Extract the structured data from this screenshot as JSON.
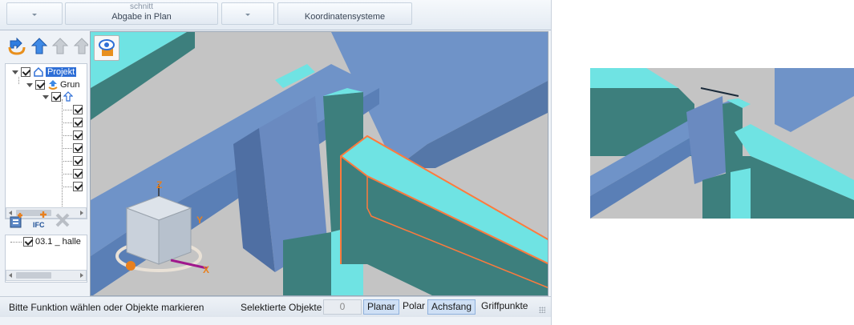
{
  "ribbon": {
    "group1_small": "schnitt",
    "group1_label": "Abgabe in Plan",
    "group2_label": "Koordinatensysteme"
  },
  "tree": {
    "root_label": "Projekt",
    "child_label": "Grun"
  },
  "ifc_list": {
    "item_label": "03.1 _ halle"
  },
  "ifc_toolbar": {
    "ifc_text": "IFC"
  },
  "status": {
    "message": "Bitte Funktion wählen oder Objekte markieren",
    "selected_label": "Selektierte Objekte",
    "selected_count": "0",
    "planar": "Planar",
    "polar": "Polar",
    "achsfang": "Achsfang",
    "griffpunkte": "Griffpunkte"
  },
  "navcube": {
    "axis_z": "Z",
    "axis_y": "Y",
    "axis_x": "X"
  },
  "colors": {
    "beam_blue": "#6f93c8",
    "column_teal": "#3d7f7d",
    "cyan_face": "#6fe3e3",
    "selection_orange": "#ff7a3c",
    "tree_selection": "#2f6fd6",
    "background_grey": "#c4c4c4"
  },
  "icons": {
    "nav": [
      "nav-up-folder-icon",
      "arrow-up-icon",
      "arrow-up-disabled-icon"
    ],
    "ifc": [
      "ifc-document-add-icon",
      "ifc-add-icon",
      "delete-x-icon"
    ],
    "viewport": "view-eye-cube-icon"
  }
}
